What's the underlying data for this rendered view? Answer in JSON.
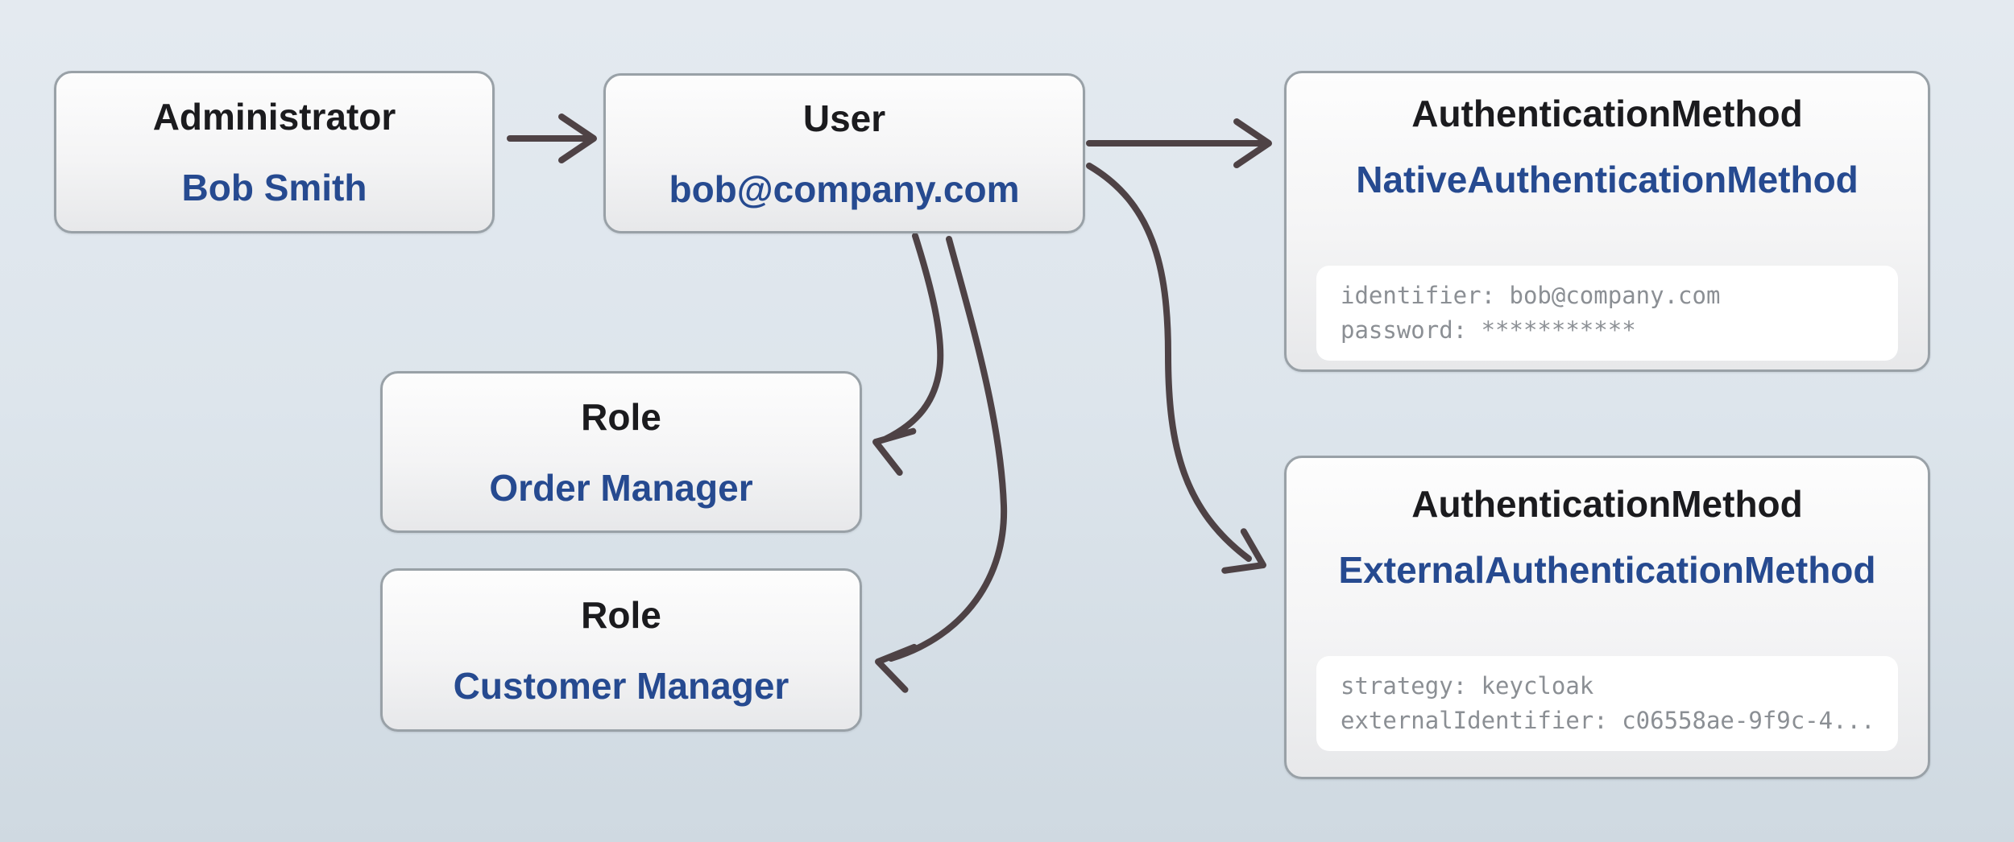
{
  "nodes": {
    "administrator": {
      "type_label": "Administrator",
      "name": "Bob Smith"
    },
    "user": {
      "type_label": "User",
      "name": "bob@company.com"
    },
    "native_authentication_method": {
      "type_label": "AuthenticationMethod",
      "name": "NativeAuthenticationMethod",
      "attributes": [
        "identifier: bob@company.com",
        "password: ***********"
      ]
    },
    "role_order_manager": {
      "type_label": "Role",
      "name": "Order Manager"
    },
    "role_customer_manager": {
      "type_label": "Role",
      "name": "Customer Manager"
    },
    "external_authentication_method": {
      "type_label": "AuthenticationMethod",
      "name": "ExternalAuthenticationMethod",
      "attributes": [
        "strategy: keycloak",
        "externalIdentifier: c06558ae-9f9c-4..."
      ]
    }
  },
  "edges": [
    {
      "from": "administrator",
      "to": "user"
    },
    {
      "from": "user",
      "to": "native_authentication_method"
    },
    {
      "from": "user",
      "to": "external_authentication_method"
    },
    {
      "from": "user",
      "to": "role_order_manager"
    },
    {
      "from": "user",
      "to": "role_customer_manager"
    }
  ],
  "colors": {
    "background_top": "#e4eaf0",
    "background_bottom": "#cfd9e1",
    "edge": "#4e4245",
    "node_border": "#99a1a7",
    "entity_type_text": "#1b1b1e",
    "entity_name_text": "#264a90",
    "attribute_text": "#8b8f94",
    "attribute_background": "#ffffff"
  }
}
